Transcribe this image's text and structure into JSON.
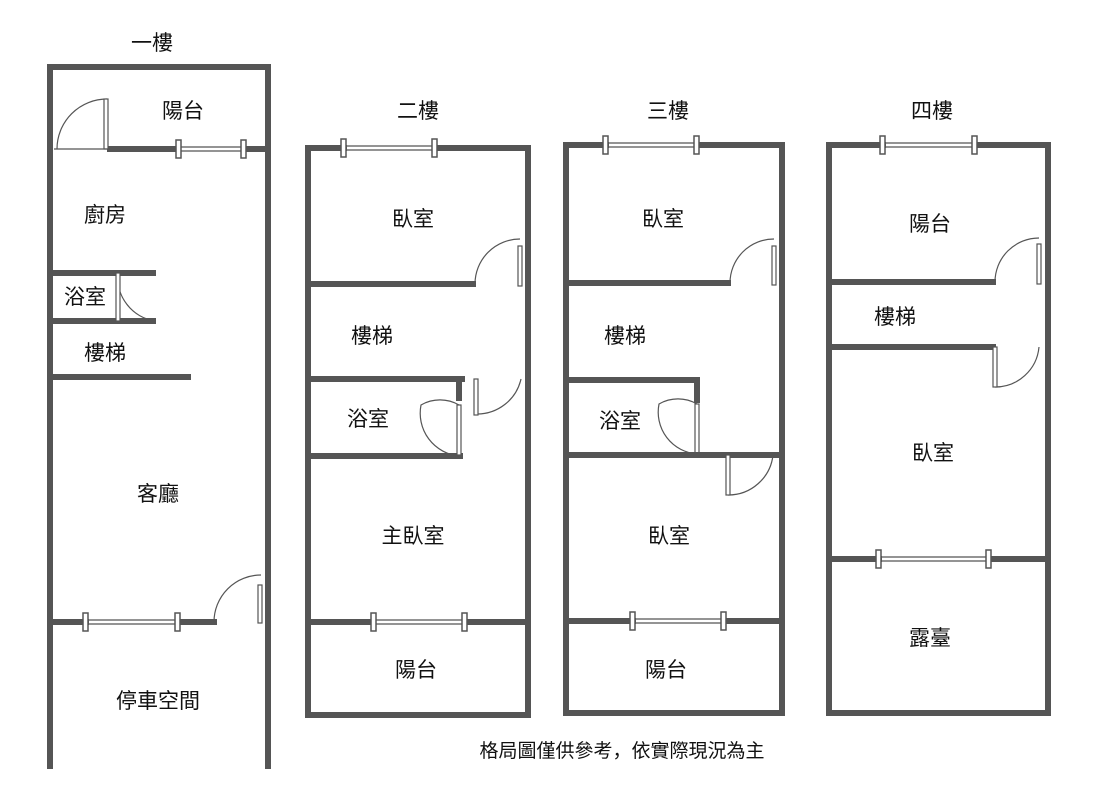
{
  "floors": [
    {
      "title": "一樓",
      "rooms": [
        "陽台",
        "廚房",
        "浴室",
        "樓梯",
        "客廳",
        "停車空間"
      ]
    },
    {
      "title": "二樓",
      "rooms": [
        "臥室",
        "樓梯",
        "浴室",
        "主臥室",
        "陽台"
      ]
    },
    {
      "title": "三樓",
      "rooms": [
        "臥室",
        "樓梯",
        "浴室",
        "臥室",
        "陽台"
      ]
    },
    {
      "title": "四樓",
      "rooms": [
        "陽台",
        "樓梯",
        "臥室",
        "露臺"
      ]
    }
  ],
  "note": "格局圖僅供參考，依實際現況為主"
}
